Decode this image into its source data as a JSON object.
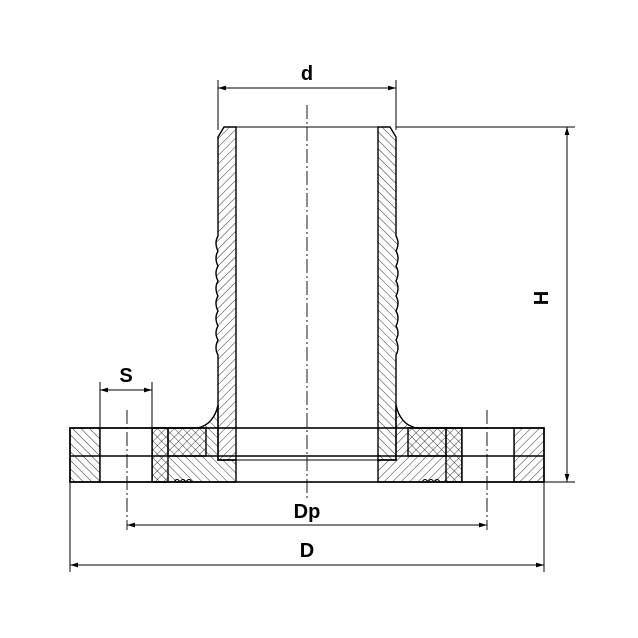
{
  "labels": {
    "d": "d",
    "H": "H",
    "S": "S",
    "Dp": "Dp",
    "D": "D"
  }
}
